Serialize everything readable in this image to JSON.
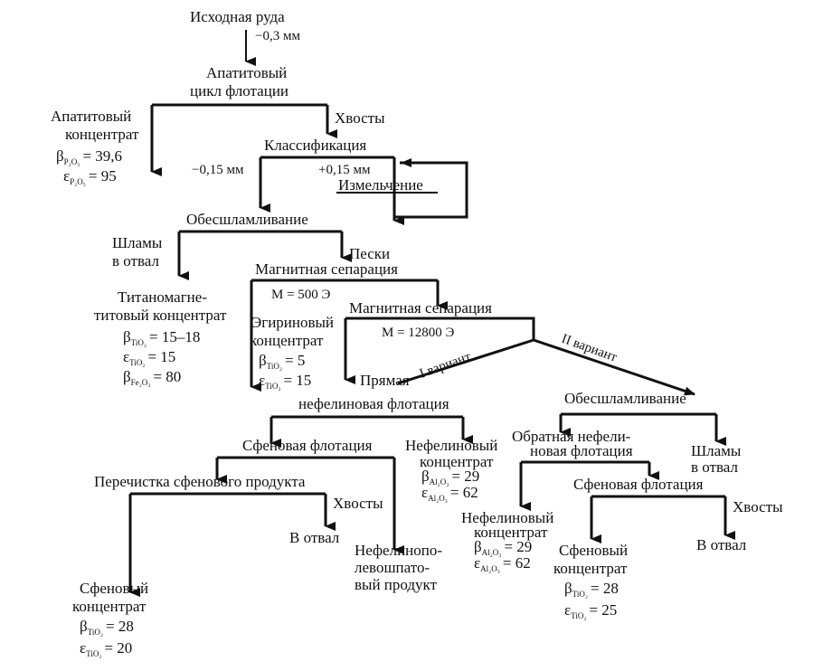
{
  "nodes": {
    "ore": "Исходная руда",
    "size_03": "−0,3 мм",
    "apatite_cycle_1": "Апатитовый",
    "apatite_cycle_2": "цикл флотации",
    "apatite_conc_1": "Апатитовый",
    "apatite_conc_2": "концентрат",
    "apatite_beta": "= 39,6",
    "apatite_eps": "= 95",
    "tails_1": "Хвосты",
    "classification": "Классификация",
    "minus015": "−0,15 мм",
    "plus015": "+0,15 мм",
    "grinding": "Измельчение",
    "desliming_1": "Обесшламливание",
    "slimes_1a": "Шламы",
    "slimes_1b": "в отвал",
    "sands": "Пески",
    "mag_sep_1": "Магнитная сепарация",
    "m500": "М = 500 Э",
    "titano_1": "Титаномагне-",
    "titano_2": "титовый концентрат",
    "titano_beta_tio2": "= 15–18",
    "titano_eps_tio2": "= 15",
    "titano_beta_fe": "= 80",
    "mag_sep_2": "Магнитная сепарация",
    "aegirine_1": "Эгириновый",
    "aegirine_2": "концентрат",
    "aegirine_beta": "= 5",
    "aegirine_eps": "= 15",
    "m12800": "М = 12800 Э",
    "variant1": "I вариант",
    "variant2": "II вариант",
    "direct_1": "Прямая",
    "direct_2": "нефелиновая флотация",
    "sphene_flot_1": "Сфеновая флотация",
    "neph_conc_1a": "Нефелиновый",
    "neph_conc_1b": "концентрат",
    "neph_conc_1_beta": "= 29",
    "neph_conc_1_eps": "= 62",
    "cleaning": "Перечистка сфенового продукта",
    "tails_2": "Хвосты",
    "dump_1": "В отвал",
    "nfs_1": "Нефелинопо-",
    "nfs_2": "левошпато-",
    "nfs_3": "вый продукт",
    "sphene_conc_1a": "Сфеновый",
    "sphene_conc_1b": "концентрат",
    "sphene_conc_1_beta": "= 28",
    "sphene_conc_1_eps": "= 20",
    "desliming_2": "Обесшламливание",
    "reverse_1": "Обратная нефели-",
    "reverse_2": "новая флотация",
    "slimes_2a": "Шламы",
    "slimes_2b": "в отвал",
    "sphene_flot_2": "Сфеновая флотация",
    "tails_3": "Хвосты",
    "neph_conc_2a": "Нефелиновый",
    "neph_conc_2b": "концентрат",
    "neph_conc_2_beta": "= 29",
    "neph_conc_2_eps": "= 62",
    "sphene_conc_2a": "Сфеновый",
    "sphene_conc_2b": "концентрат",
    "sphene_conc_2_beta": "= 28",
    "sphene_conc_2_eps": "= 25",
    "dump_2": "В отвал"
  },
  "symbols": {
    "beta": "β",
    "eps": "ε",
    "p2o5": "P₂O₅",
    "tio2": "TiO₂",
    "fe2o3": "Fe₂O₃",
    "al2o3": "Al₂O₃"
  }
}
